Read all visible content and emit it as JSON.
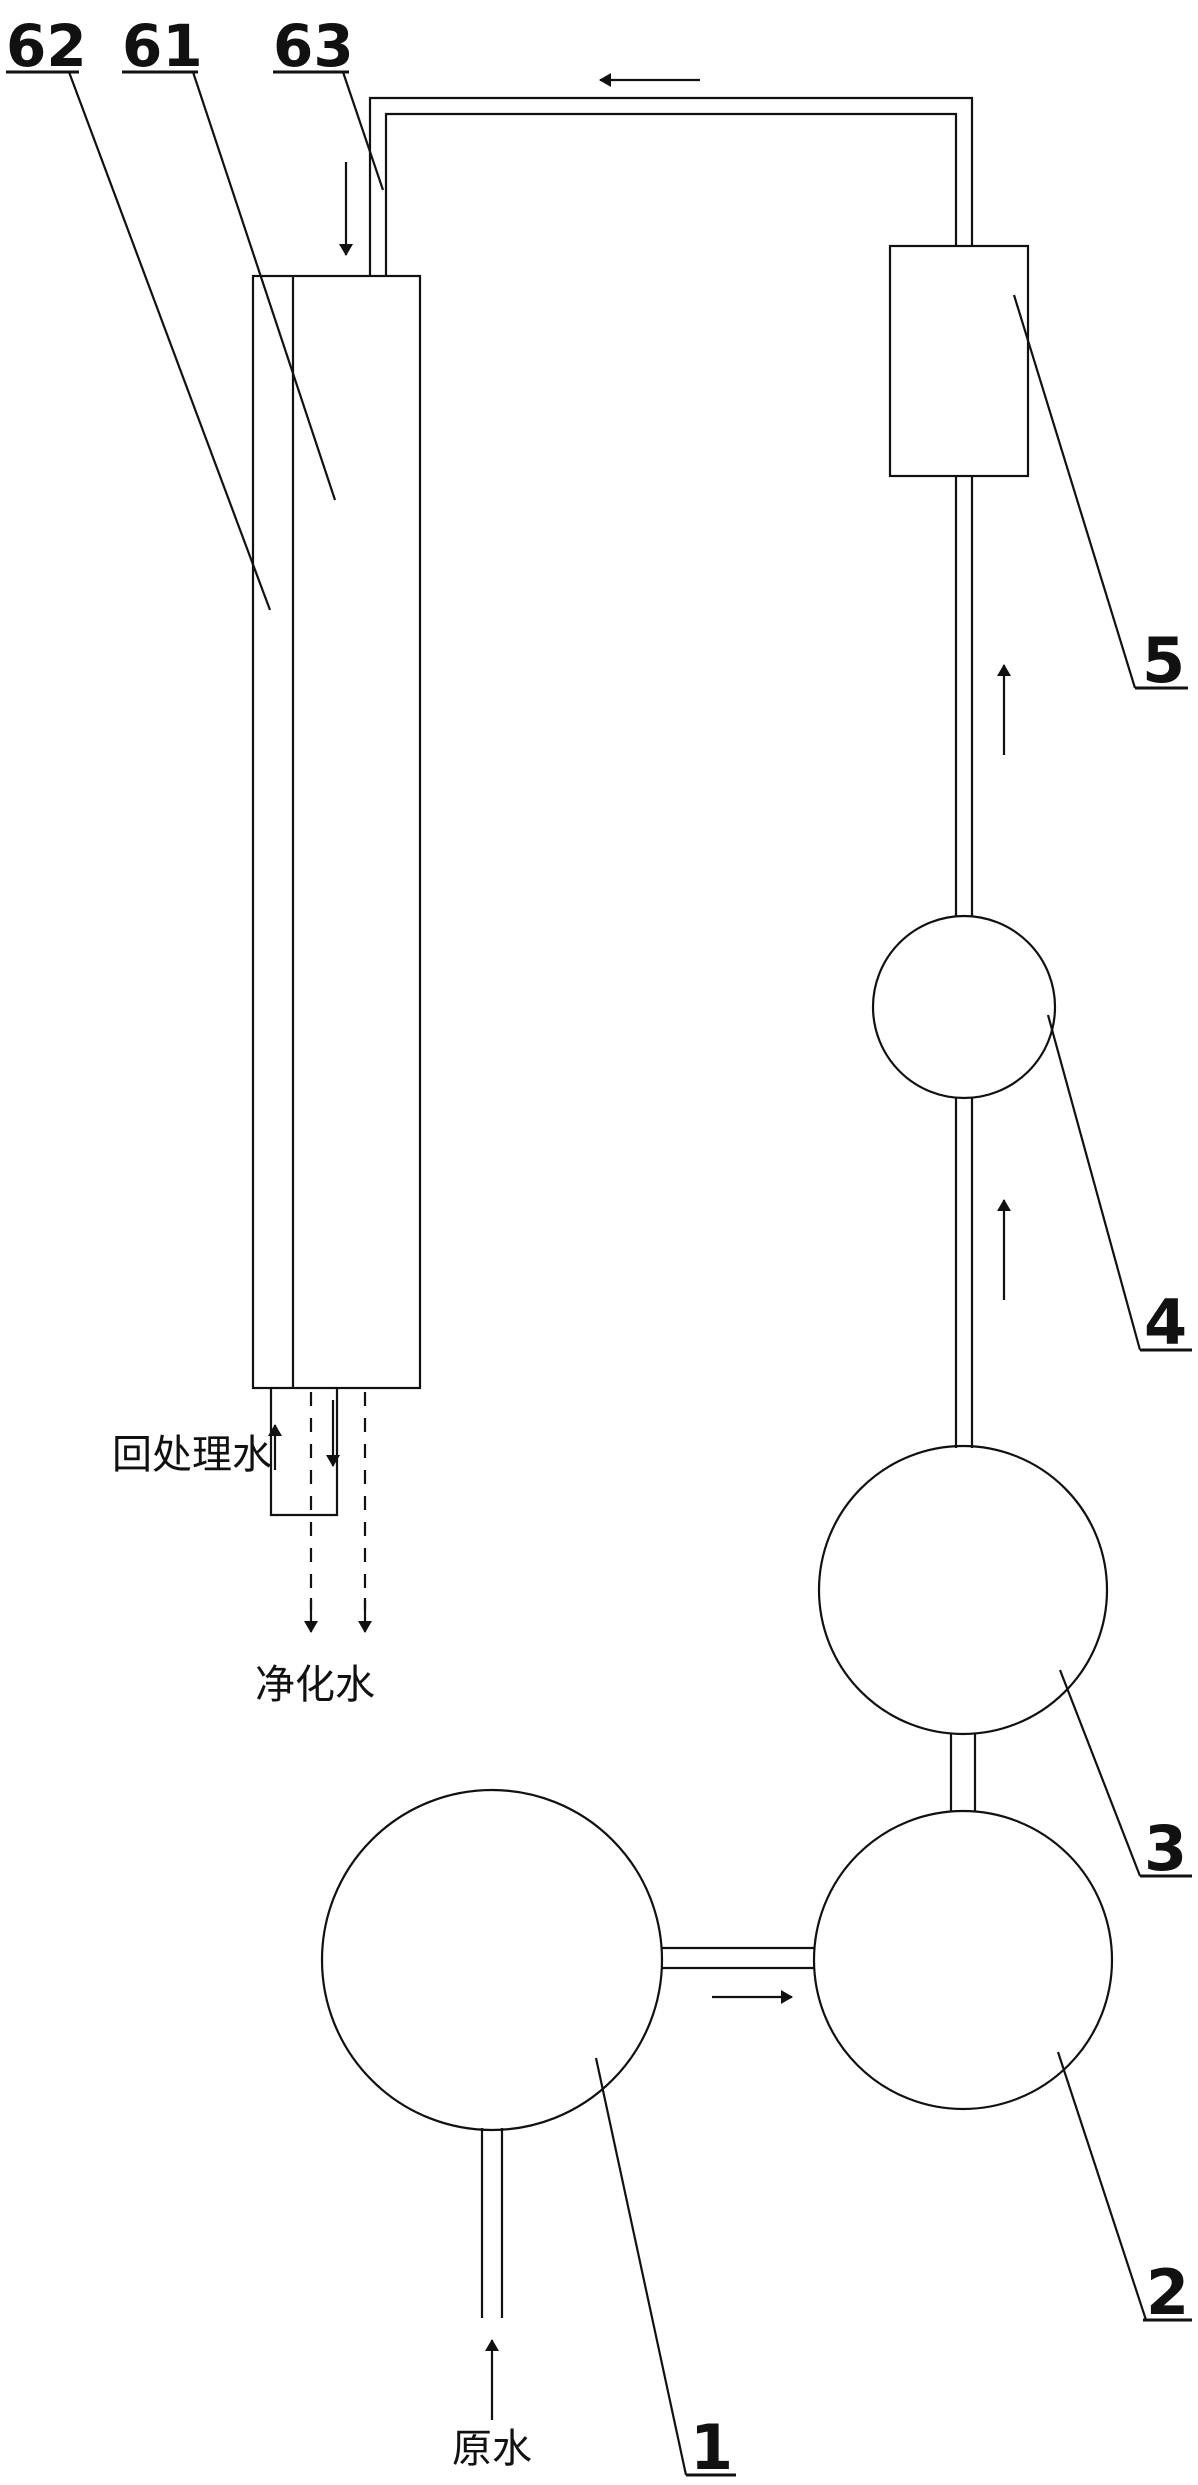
{
  "labels": {
    "l62": "62",
    "l61": "61",
    "l63": "63",
    "l5": "5",
    "l4": "4",
    "l3": "3",
    "l2": "2",
    "l1": "1"
  },
  "texts": {
    "return_water": "回处理水",
    "purified_water": "净化水",
    "raw_water": "原水"
  }
}
